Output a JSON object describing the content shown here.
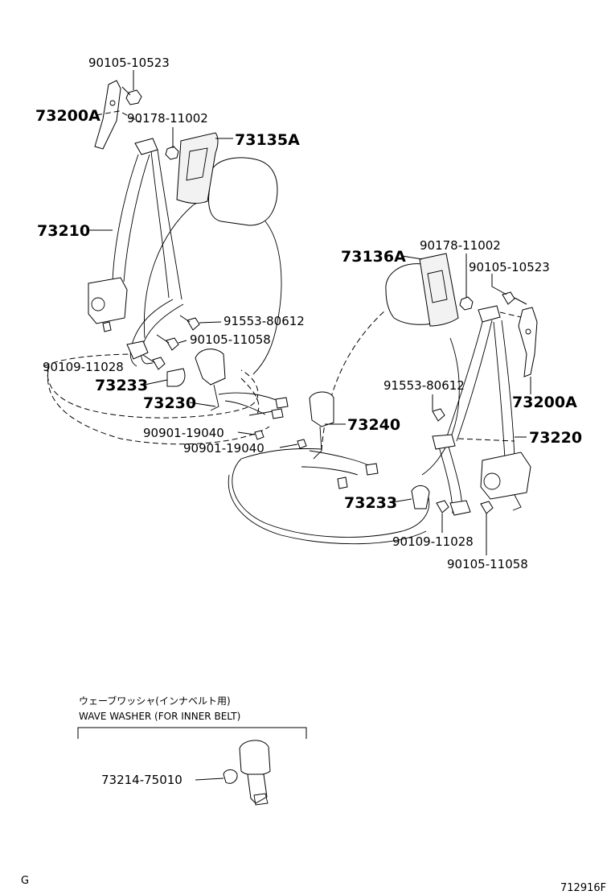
{
  "labels": {
    "p_90105_10523_left": "90105-10523",
    "p_73200A_left": "73200A",
    "p_90178_11002_left": "90178-11002",
    "p_73135A": "73135A",
    "p_73210": "73210",
    "p_91553_80612_left": "91553-80612",
    "p_90105_11058_left": "90105-11058",
    "p_90109_11028_left": "90109-11028",
    "p_73233_left": "73233",
    "p_73230": "73230",
    "p_90901_19040_a": "90901-19040",
    "p_90901_19040_b": "90901-19040",
    "p_73136A": "73136A",
    "p_90178_11002_right": "90178-11002",
    "p_90105_10523_right": "90105-10523",
    "p_73200A_right": "73200A",
    "p_91553_80612_right": "91553-80612",
    "p_73240": "73240",
    "p_73220": "73220",
    "p_73233_right": "73233",
    "p_90109_11028_right": "90109-11028",
    "p_90105_11058_right": "90105-11058",
    "p_73214_75010": "73214-75010"
  },
  "inset": {
    "title_jp": "ウェーブワッシャ(インナベルト用)",
    "title_en": "WAVE WASHER (FOR INNER BELT)"
  },
  "corner": {
    "left": "G",
    "right": "712916F"
  }
}
